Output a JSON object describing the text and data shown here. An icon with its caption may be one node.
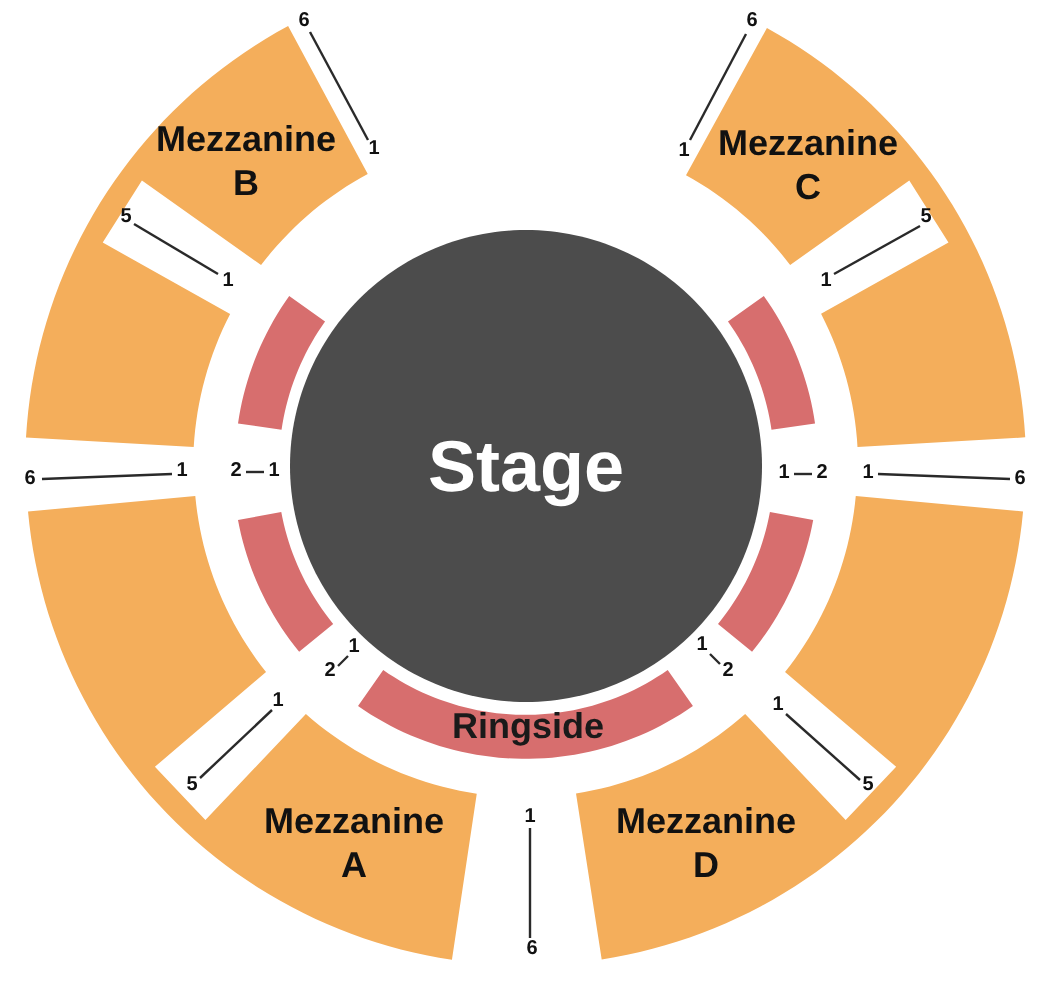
{
  "diagram": {
    "nodes": [
      {
        "text": [
          "Mezzanine B"
        ]
      },
      {
        "text": [
          "Mezzanine C"
        ]
      },
      {
        "text": [
          "Stage"
        ]
      },
      {
        "text": [],
        "shape": "band"
      },
      {
        "text": [],
        "shape": "band"
      },
      {
        "text": [],
        "shape": "band"
      },
      {
        "text": [],
        "shape": "band"
      },
      {
        "text": [
          "Ringside"
        ]
      },
      {
        "text": [
          "Mezzanine A"
        ]
      },
      {
        "text": [
          "Mezzanine D"
        ]
      }
    ],
    "labels": [
      "6",
      "6",
      "1",
      "1",
      "5",
      "5",
      "1",
      "1",
      "6",
      "1",
      "2",
      "1",
      "1",
      "2",
      "1",
      "6",
      "1",
      "1",
      "2",
      "2",
      "1",
      "1",
      "5",
      "5",
      "1",
      "6"
    ]
  }
}
